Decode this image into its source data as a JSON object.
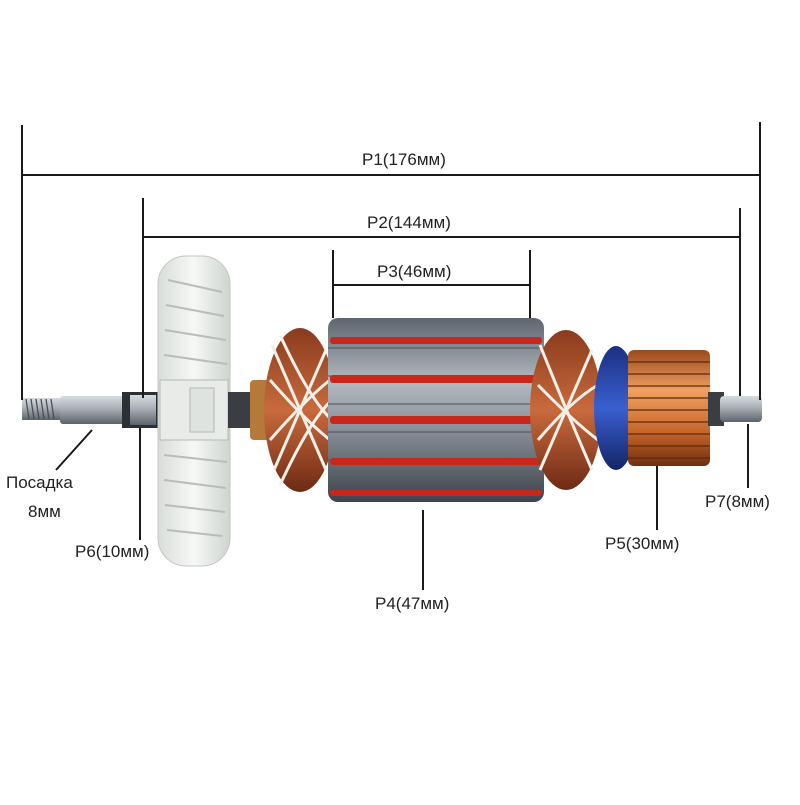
{
  "labels": {
    "p1": "P1(176мм)",
    "p2": "P2(144мм)",
    "p3": "P3(46мм)",
    "p4": "P4(47мм)",
    "p5": "P5(30мм)",
    "p6": "P6(10мм)",
    "p7": "P7(8мм)",
    "fit_line1": "Посадка",
    "fit_line2": "8мм"
  },
  "colors": {
    "dimension_line": "#1a1a1a",
    "fan": "#eef1ee",
    "core": "#7f8790",
    "winding_red": "#c8281c",
    "copper": "#c8672a",
    "shaft": "#9aa0a6",
    "insulator_blue": "#2743a8"
  }
}
